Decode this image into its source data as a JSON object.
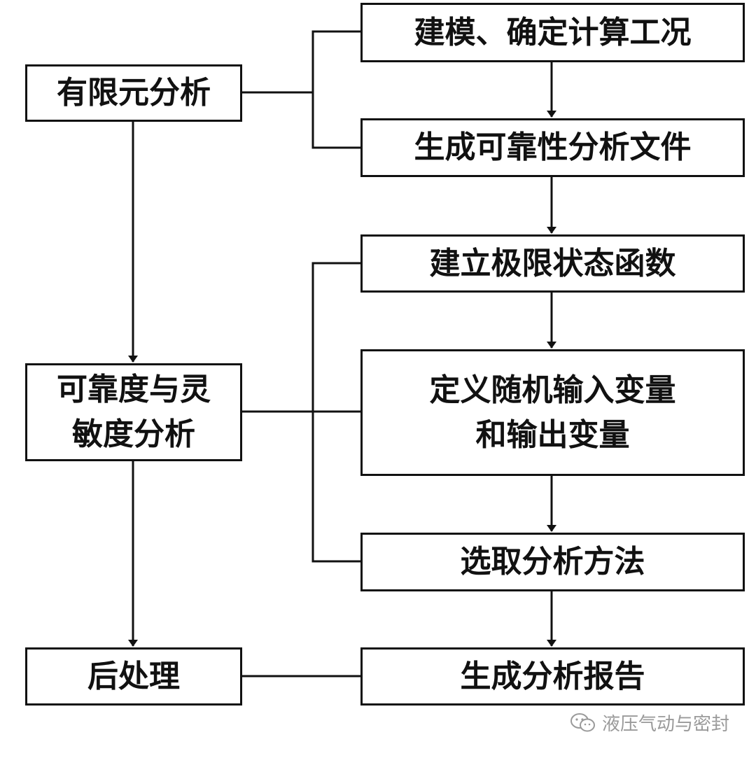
{
  "left_boxes": {
    "fea": "有限元分析",
    "reliability_line1": "可靠度与灵",
    "reliability_line2": "敏度分析",
    "postprocess": "后处理"
  },
  "right_boxes": {
    "modeling": "建模、确定计算工况",
    "gen_file": "生成可靠性分析文件",
    "limit_state": "建立极限状态函数",
    "variables_line1": "定义随机输入变量",
    "variables_line2": "和输出变量",
    "method": "选取分析方法",
    "report": "生成分析报告"
  },
  "watermark": {
    "text": "液压气动与密封",
    "icon": "wechat-icon"
  }
}
